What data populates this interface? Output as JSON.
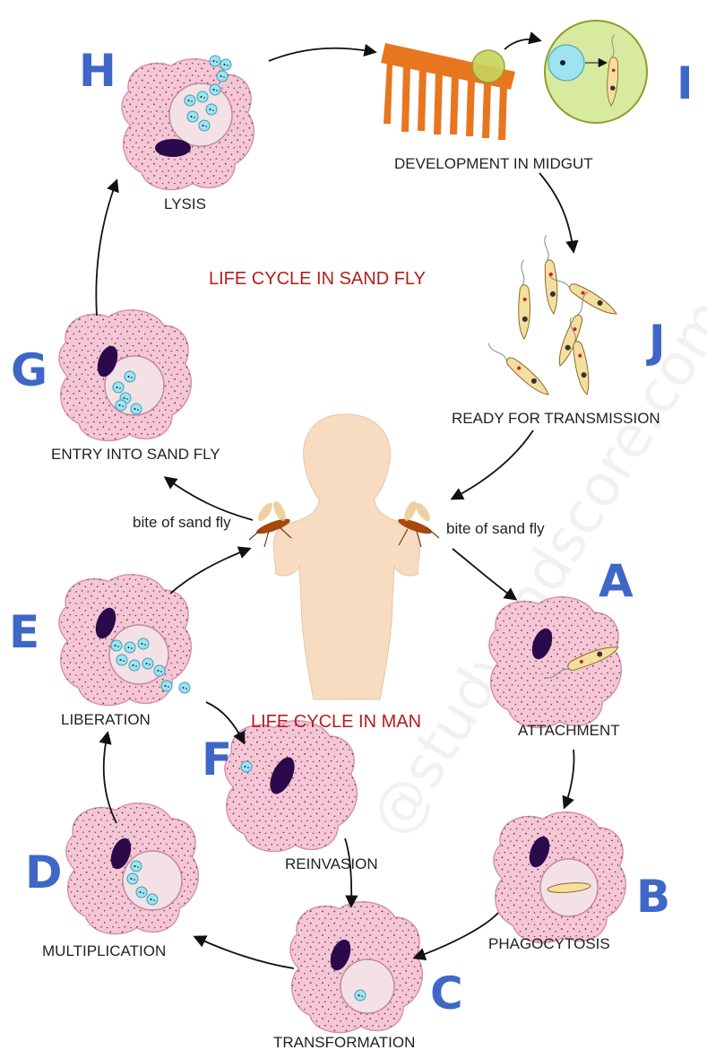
{
  "titles": {
    "sand_fly": "LIFE CYCLE IN SAND FLY",
    "man": "LIFE CYCLE IN MAN"
  },
  "watermark": "@studyandscore.com",
  "bite_label": "bite of sand fly",
  "stages": [
    {
      "letter": "A",
      "label": "ATTACHMENT"
    },
    {
      "letter": "B",
      "label": "PHAGOCYTOSIS"
    },
    {
      "letter": "C",
      "label": "TRANSFORMATION"
    },
    {
      "letter": "D",
      "label": "MULTIPLICATION"
    },
    {
      "letter": "E",
      "label": "LIBERATION"
    },
    {
      "letter": "F",
      "label": "REINVASION"
    },
    {
      "letter": "G",
      "label": "ENTRY INTO SAND FLY"
    },
    {
      "letter": "H",
      "label": "LYSIS"
    },
    {
      "letter": "I",
      "label": "DEVELOPMENT IN MIDGUT"
    },
    {
      "letter": "J",
      "label": "READY FOR TRANSMISSION"
    }
  ],
  "colors": {
    "letter": "#3f67c8",
    "title": "#b51d1d",
    "cell": "#f7c6d6",
    "nucleus": "#2a0a4a",
    "amastigote": "#9fe3f0",
    "promastigote": "#f4dfa0",
    "midgut": "#e8761e",
    "human": "#f8dcc2"
  }
}
